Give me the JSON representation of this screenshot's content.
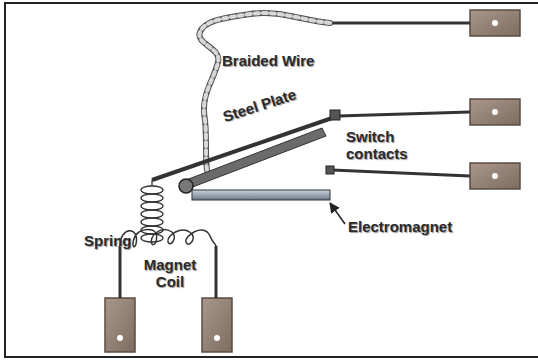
{
  "diagram": {
    "labels": [
      "Braided Wire",
      "Steel Plate",
      "Switch contacts",
      "Spring",
      "Magnet Coil",
      "Electromagnet"
    ]
  }
}
